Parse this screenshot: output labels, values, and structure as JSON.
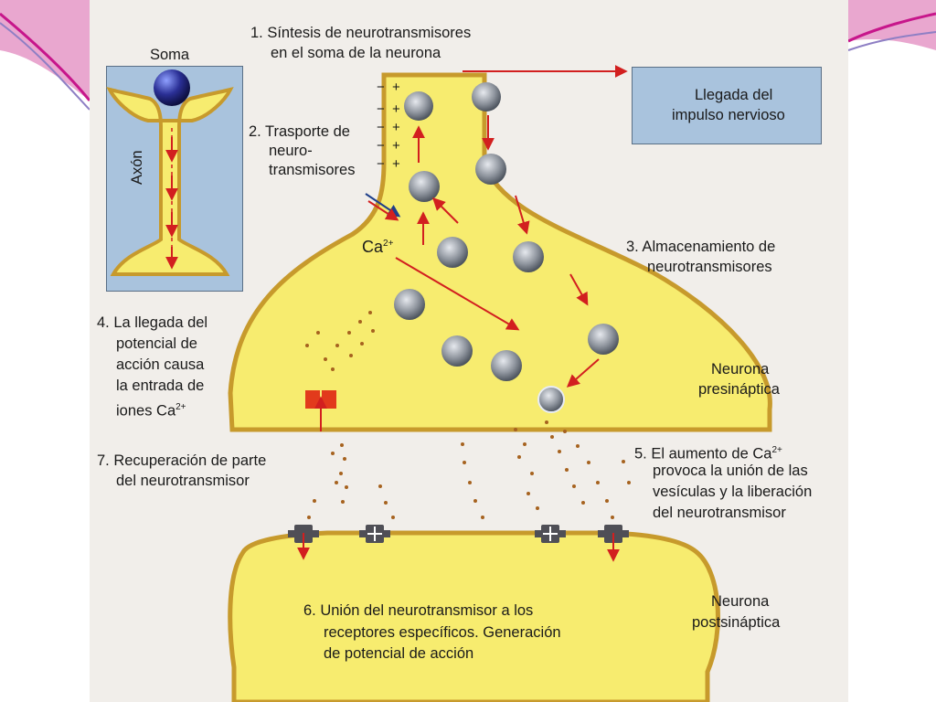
{
  "colors": {
    "neuron_fill": "#f7ec6f",
    "neuron_stroke": "#c79a2c",
    "arrow": "#d21f1f",
    "vesicle": "#8a9098",
    "box_blue": "#a9c3dd",
    "slide_accent": "#c7168b"
  },
  "labels": {
    "soma": "Soma",
    "axon": "Axón",
    "step1": [
      "1. Síntesis de neurotransmisores",
      "en el soma de la neurona"
    ],
    "impulse": [
      "Llegada del",
      "impulso nervioso"
    ],
    "step2": [
      "2. Trasporte de",
      "neuro-",
      "transmisores"
    ],
    "ca": "Ca",
    "ca_sup": "2+",
    "step3": [
      "3. Almacenamiento de",
      "neurotransmisores"
    ],
    "step4": [
      "4. La llegada del",
      "potencial de",
      "acción causa",
      "la entrada de",
      "iones Ca"
    ],
    "step4_sup": "2+",
    "presyn": [
      "Neurona",
      "presináptica"
    ],
    "step7": [
      "7. Recuperación de parte",
      "del neurotransmisor"
    ],
    "step5": [
      "5. El aumento de Ca",
      "provoca la unión de las",
      "vesículas y la liberación",
      "del neurotransmisor"
    ],
    "step5_sup": "2+",
    "step6": [
      "6. Unión del neurotransmisor a los",
      "receptores específicos. Generación",
      "de potencial de acción"
    ],
    "postsyn": [
      "Neurona",
      "postsináptica"
    ],
    "membrane_signs": [
      "+",
      "+",
      "+",
      "+",
      "+"
    ],
    "membrane_neg": "−"
  }
}
